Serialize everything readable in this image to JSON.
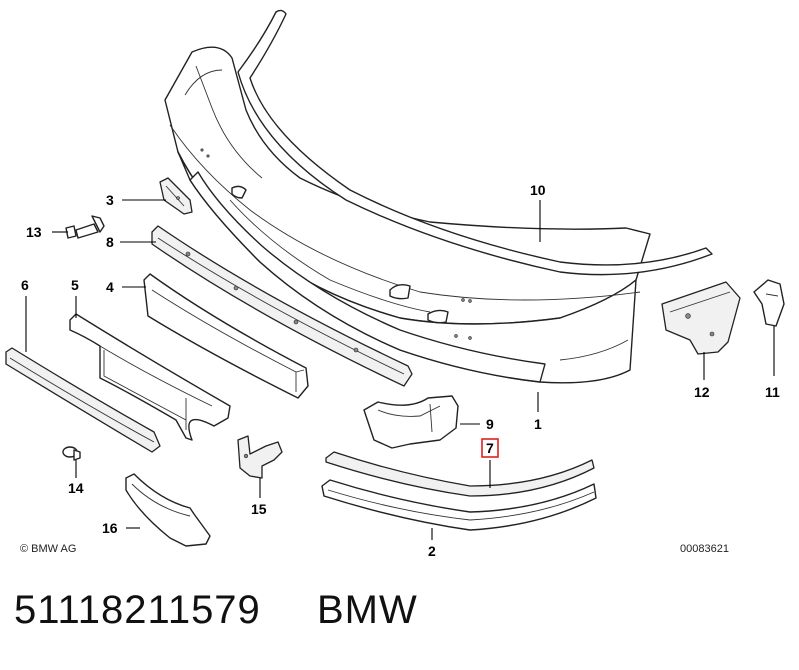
{
  "diagram": {
    "callouts": [
      {
        "id": "10",
        "label": "10"
      },
      {
        "id": "3",
        "label": "3"
      },
      {
        "id": "13",
        "label": "13"
      },
      {
        "id": "8",
        "label": "8"
      },
      {
        "id": "6",
        "label": "6"
      },
      {
        "id": "5",
        "label": "5"
      },
      {
        "id": "4",
        "label": "4"
      },
      {
        "id": "12",
        "label": "12"
      },
      {
        "id": "11",
        "label": "11"
      },
      {
        "id": "9",
        "label": "9"
      },
      {
        "id": "1",
        "label": "1"
      },
      {
        "id": "7",
        "label": "7",
        "highlighted": true,
        "highlight_color": "#e02020"
      },
      {
        "id": "14",
        "label": "14"
      },
      {
        "id": "15",
        "label": "15"
      },
      {
        "id": "16",
        "label": "16"
      },
      {
        "id": "2",
        "label": "2"
      }
    ],
    "copyright": "© BMW AG",
    "drawing_number": "00083621"
  },
  "caption": {
    "part_number": "51118211579",
    "brand": "BMW"
  }
}
